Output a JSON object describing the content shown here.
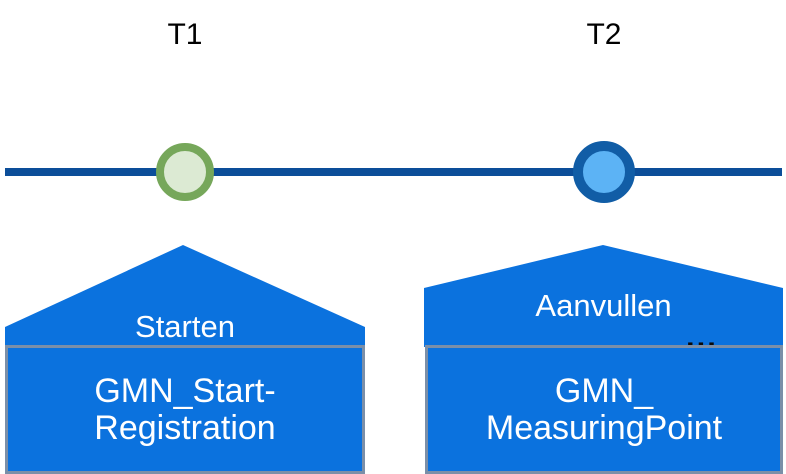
{
  "diagram": {
    "title": "GMN registration timeline",
    "background_color": "#FFFFFF",
    "axis": {
      "name": "timeline",
      "color": "#0C4E99"
    },
    "ticks": [
      {
        "id": "t1",
        "label": "T1"
      },
      {
        "id": "t2",
        "label": "T2"
      }
    ],
    "markers": [
      {
        "id": "t1",
        "shape": "circle",
        "fill_color": "#DCEAD3",
        "ring_color": "#76A75A"
      },
      {
        "id": "t2",
        "shape": "circle",
        "fill_color": "#5CB3F5",
        "ring_color": "#115DA6"
      }
    ],
    "processes": [
      {
        "id": "start-registration",
        "action_label": "Starten",
        "ellipsis": "",
        "body_lines": [
          "GMN_Start-",
          "Registration"
        ],
        "fill_color": "#0B72DE",
        "border_color": "#7B8FA8",
        "text_color": "#FFFFFF"
      },
      {
        "id": "measuring-point",
        "action_label": "Aanvullen",
        "ellipsis": "...",
        "body_lines": [
          "GMN_",
          "MeasuringPoint"
        ],
        "fill_color": "#0B72DE",
        "border_color": "#7B8FA8",
        "text_color": "#FFFFFF"
      }
    ]
  }
}
